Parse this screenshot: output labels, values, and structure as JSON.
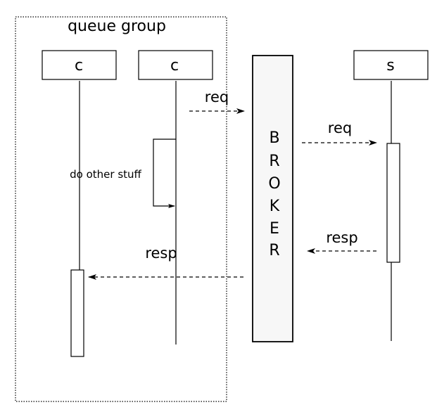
{
  "group": {
    "label": "queue group"
  },
  "participants": {
    "client1": "c",
    "client2": "c",
    "server": "s"
  },
  "broker": {
    "letters": [
      "B",
      "R",
      "O",
      "K",
      "E",
      "R"
    ]
  },
  "messages": {
    "req_to_broker": "req",
    "req_to_server": "req",
    "resp_from_server": "resp",
    "resp_to_client": "resp",
    "self_note": "do other stuff"
  }
}
